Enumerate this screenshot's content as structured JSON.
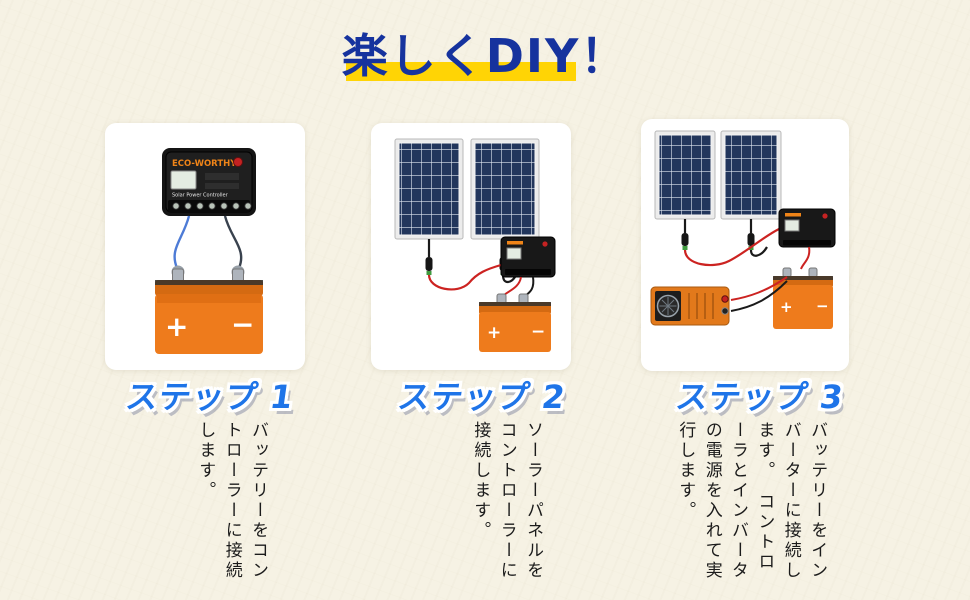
{
  "page": {
    "title": "楽しくDIY！",
    "background": "#f6f2e4",
    "title_color": "#16339e",
    "highlight_color": "#ffd405",
    "step_label_color": "#1e74e8"
  },
  "steps": [
    {
      "label": "ステップ 1",
      "description": "バッテリーをコン\nトローラーに接続\nします。"
    },
    {
      "label": "ステップ 2",
      "description": "ソーラーパネルを\nコントローラーに\n接続します。"
    },
    {
      "label": "ステップ 3",
      "description": "バッテリーをイン\nバーターに接続し\nます。　コントロ\nーラとインバータ\nの電源を入れて実\n行します。"
    }
  ],
  "illustrations": {
    "controller_brand": "ECO-WORTHY",
    "controller_label": "Solar Power Controller",
    "battery_positive": "+",
    "battery_negative": "−"
  }
}
